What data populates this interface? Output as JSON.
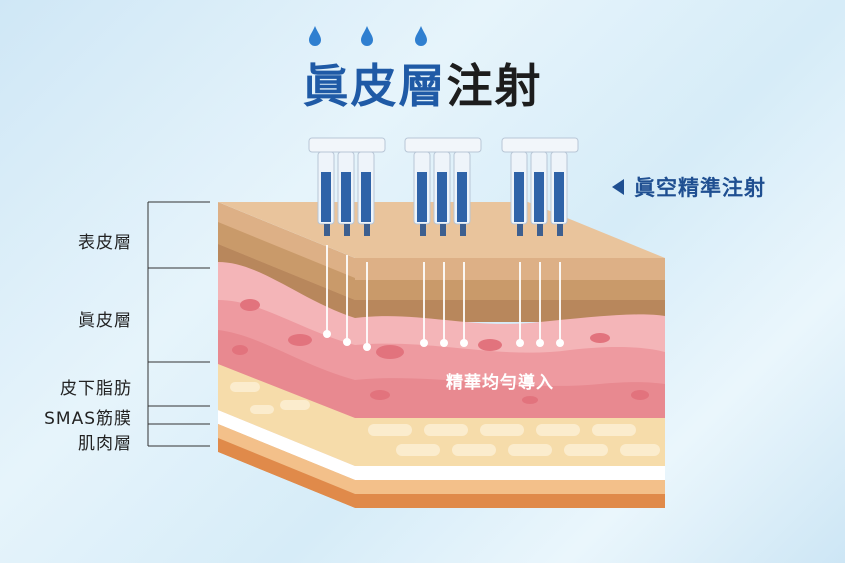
{
  "title": {
    "accent": "眞皮層",
    "rest": "注射"
  },
  "callout": {
    "text": "眞空精準注射",
    "color": "#1f4f91"
  },
  "layers": [
    {
      "label": "表皮層"
    },
    {
      "label": "眞皮層"
    },
    {
      "label": "皮下脂肪"
    },
    {
      "label": "SMAS筋膜"
    },
    {
      "label": "肌肉層"
    }
  ],
  "center_text": "精華均勻導入",
  "colors": {
    "title_accent": "#1f5aa6",
    "syringe_blue": "#2f63a8",
    "epidermis": "#c99a6a",
    "dermis": "#ee9aa0",
    "fat": "#f6dcaa",
    "muscle": "#e08a4a"
  },
  "icons": [
    "water-drop-icon",
    "syringe-icon",
    "left-triangle-icon"
  ]
}
